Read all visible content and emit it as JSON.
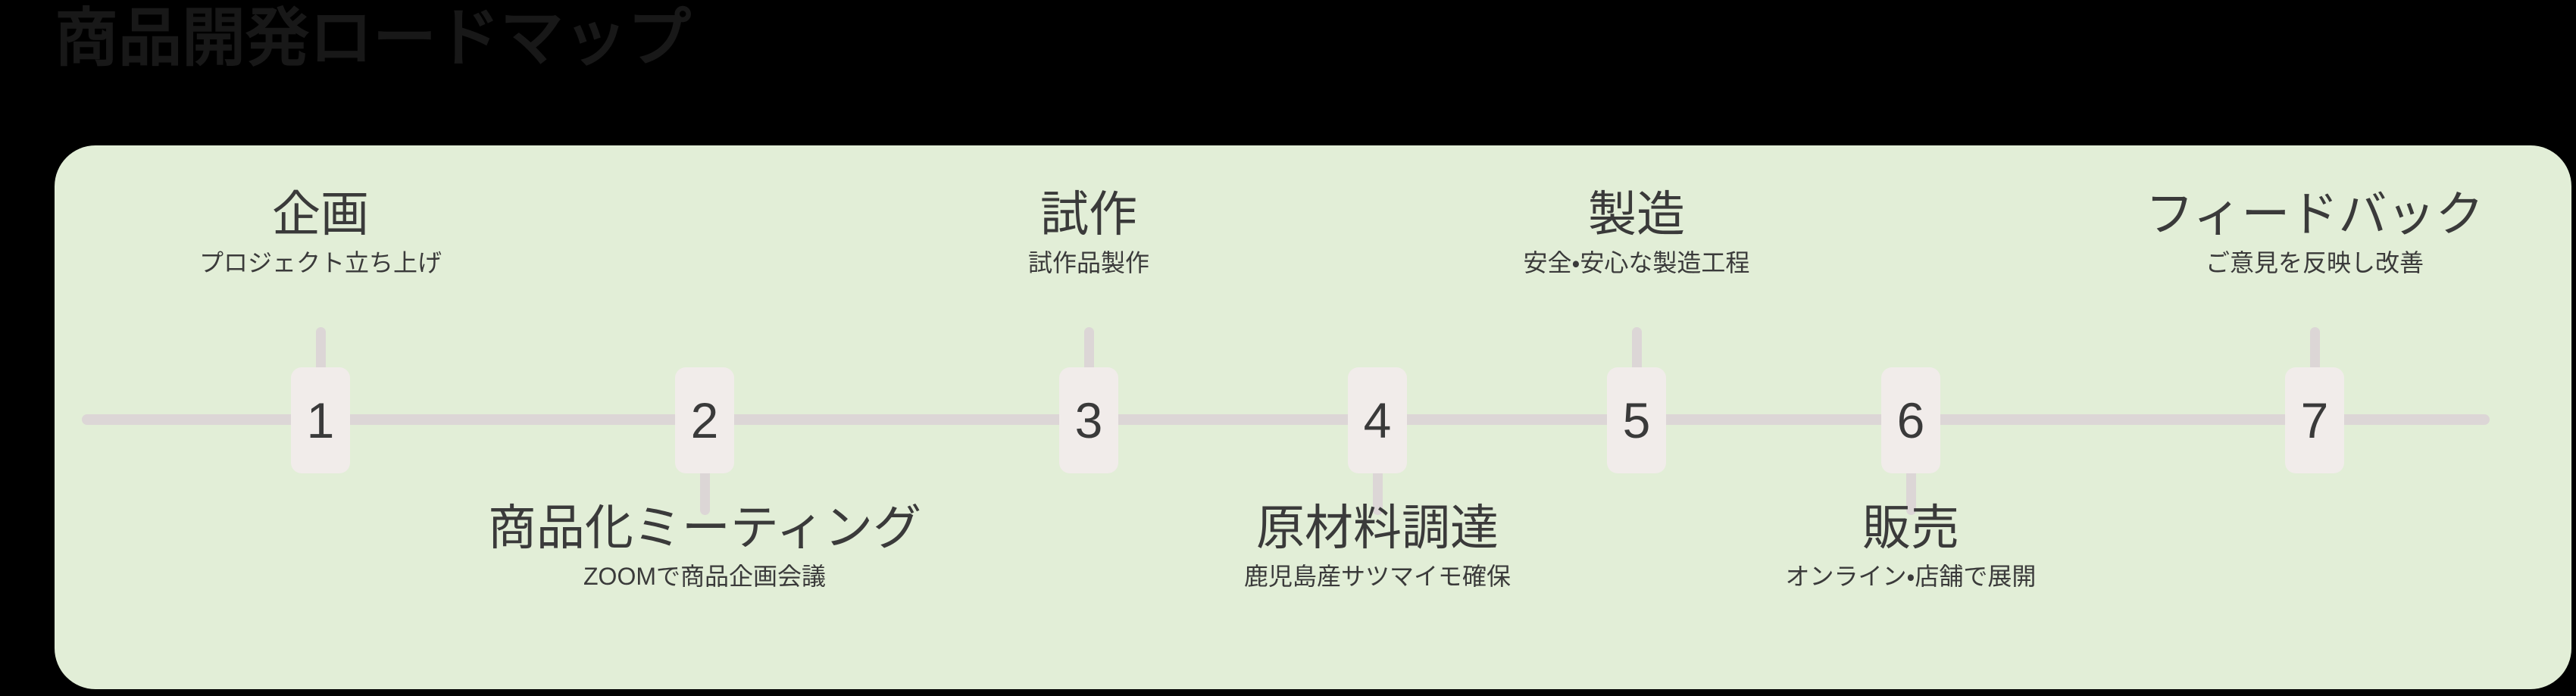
{
  "page": {
    "title": "商品開発ロードマップ",
    "background_color": "#000000",
    "card_color": "#e2eed7",
    "rail_color": "#dcd6d6",
    "chip_color": "#f1ecea",
    "text_color": "#3a3a3a"
  },
  "timeline": {
    "steps": [
      {
        "number": "1",
        "title": "企画",
        "subtitle": "プロジェクト立ち上げ",
        "position": "above"
      },
      {
        "number": "2",
        "title": "商品化ミーティング",
        "subtitle": "ZOOMで商品企画会議",
        "position": "below"
      },
      {
        "number": "3",
        "title": "試作",
        "subtitle": "試作品製作",
        "position": "above"
      },
      {
        "number": "4",
        "title": "原材料調達",
        "subtitle": "鹿児島産サツマイモ確保",
        "position": "below"
      },
      {
        "number": "5",
        "title": "製造",
        "subtitle": "安全・安心な製造工程",
        "position": "above"
      },
      {
        "number": "6",
        "title": "販売",
        "subtitle": "オンライン・店舗で展開",
        "position": "below"
      },
      {
        "number": "7",
        "title": "フィードバック",
        "subtitle": "ご意見を反映し改善",
        "position": "above"
      }
    ]
  }
}
